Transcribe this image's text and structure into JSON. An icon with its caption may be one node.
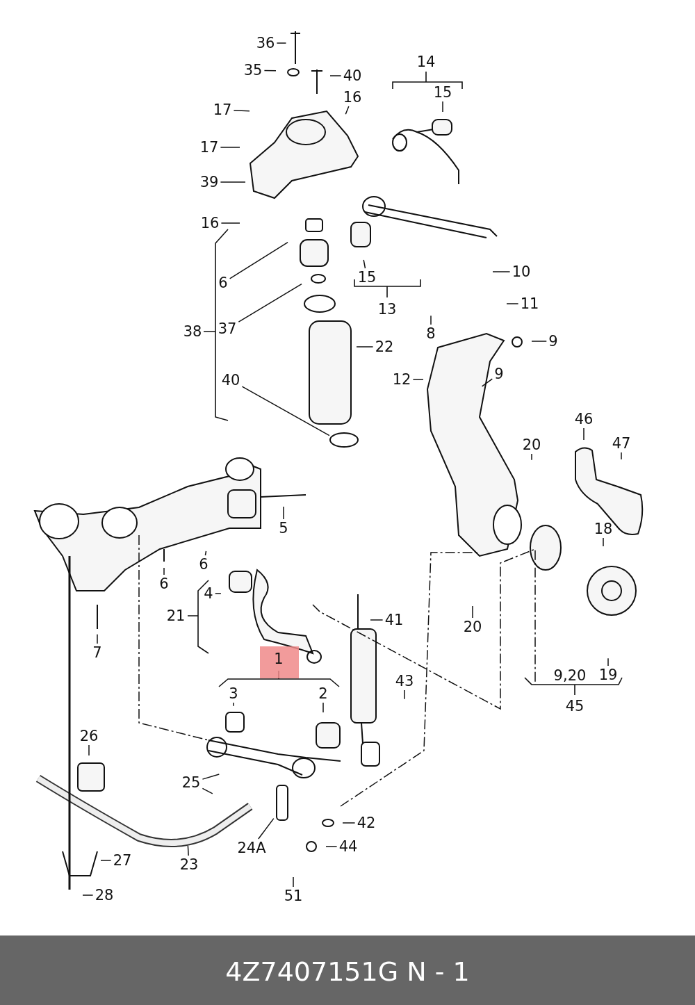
{
  "diagram": {
    "caption": "4Z7407151G N - 1",
    "nodes": [
      {
        "text": [
          "36"
        ]
      },
      {
        "text": [
          "35"
        ]
      },
      {
        "text": [
          "40"
        ]
      },
      {
        "text": [
          "16"
        ]
      },
      {
        "text": [
          "17"
        ]
      },
      {
        "text": [
          "17"
        ]
      },
      {
        "text": [
          "39"
        ]
      },
      {
        "text": [
          "16"
        ]
      },
      {
        "text": [
          "15"
        ]
      },
      {
        "text": [
          "15"
        ]
      },
      {
        "text": [
          "6"
        ]
      },
      {
        "text": [
          "10"
        ]
      },
      {
        "text": [
          "11"
        ]
      },
      {
        "text": [
          "37"
        ]
      },
      {
        "text": [
          "8"
        ]
      },
      {
        "text": [
          "9"
        ]
      },
      {
        "text": [
          "22"
        ]
      },
      {
        "text": [
          "12"
        ]
      },
      {
        "text": [
          "9"
        ]
      },
      {
        "text": [
          "40"
        ]
      },
      {
        "text": [
          "46"
        ]
      },
      {
        "text": [
          "20"
        ]
      },
      {
        "text": [
          "47"
        ]
      },
      {
        "text": [
          "5"
        ]
      },
      {
        "text": [
          "18"
        ]
      },
      {
        "text": [
          "6"
        ]
      },
      {
        "text": [
          "6"
        ]
      },
      {
        "text": [
          "4"
        ]
      },
      {
        "text": [
          "41"
        ]
      },
      {
        "text": [
          "20"
        ]
      },
      {
        "text": [
          "7"
        ]
      },
      {
        "text": [
          "19"
        ]
      },
      {
        "text": [
          "43"
        ]
      },
      {
        "text": [
          "3"
        ]
      },
      {
        "text": [
          "2"
        ]
      },
      {
        "text": [
          "26"
        ]
      },
      {
        "text": [
          "25"
        ]
      },
      {
        "text": [
          "42"
        ]
      },
      {
        "text": [
          "27"
        ]
      },
      {
        "text": [
          "24A"
        ]
      },
      {
        "text": [
          "44"
        ]
      },
      {
        "text": [
          "23"
        ]
      },
      {
        "text": [
          "28"
        ]
      },
      {
        "text": [
          "51"
        ]
      }
    ],
    "edges": [
      {
        "from": 0,
        "to": null,
        "arrow": "none"
      },
      {
        "from": 1,
        "to": null,
        "arrow": "none"
      },
      {
        "from": 2,
        "to": null,
        "arrow": "none"
      },
      {
        "from": 3,
        "to": null,
        "arrow": "none"
      },
      {
        "from": 4,
        "to": null,
        "arrow": "none"
      },
      {
        "from": 5,
        "to": null,
        "arrow": "none"
      },
      {
        "from": 6,
        "to": null,
        "arrow": "none"
      },
      {
        "from": 7,
        "to": null,
        "arrow": "none"
      },
      {
        "from": 8,
        "to": null,
        "arrow": "none"
      },
      {
        "from": 9,
        "to": null,
        "arrow": "none"
      },
      {
        "from": 10,
        "to": null,
        "arrow": "none"
      },
      {
        "from": 11,
        "to": null,
        "arrow": "none"
      },
      {
        "from": 12,
        "to": null,
        "arrow": "none"
      },
      {
        "from": 13,
        "to": null,
        "arrow": "none"
      },
      {
        "from": 14,
        "to": null,
        "arrow": "none"
      },
      {
        "from": 15,
        "to": null,
        "arrow": "none"
      },
      {
        "from": 16,
        "to": null,
        "arrow": "none"
      },
      {
        "from": 17,
        "to": null,
        "arrow": "none"
      },
      {
        "from": 18,
        "to": null,
        "arrow": "none"
      },
      {
        "from": 19,
        "to": null,
        "arrow": "none"
      },
      {
        "from": 20,
        "to": null,
        "arrow": "none"
      },
      {
        "from": 21,
        "to": null,
        "arrow": "none"
      },
      {
        "from": 22,
        "to": null,
        "arrow": "none"
      },
      {
        "from": 23,
        "to": null,
        "arrow": "none"
      },
      {
        "from": 24,
        "to": null,
        "arrow": "none"
      },
      {
        "from": 25,
        "to": null,
        "arrow": "none"
      },
      {
        "from": 26,
        "to": null,
        "arrow": "none"
      },
      {
        "from": 27,
        "to": null,
        "arrow": "none"
      },
      {
        "from": 28,
        "to": null,
        "arrow": "none"
      },
      {
        "from": 29,
        "to": null,
        "arrow": "none"
      },
      {
        "from": 30,
        "to": null,
        "arrow": "none"
      },
      {
        "from": 31,
        "to": null,
        "arrow": "none"
      },
      {
        "from": 32,
        "to": null,
        "arrow": "none"
      },
      {
        "from": 33,
        "to": null,
        "arrow": "none"
      },
      {
        "from": 34,
        "to": null,
        "arrow": "none"
      },
      {
        "from": 35,
        "to": null,
        "arrow": "none"
      },
      {
        "from": 36,
        "to": null,
        "arrow": "none"
      },
      {
        "from": 36,
        "to": null,
        "arrow": "none"
      },
      {
        "from": 37,
        "to": null,
        "arrow": "none"
      },
      {
        "from": 38,
        "to": null,
        "arrow": "none"
      },
      {
        "from": 39,
        "to": null,
        "arrow": "none"
      },
      {
        "from": 40,
        "to": null,
        "arrow": "none"
      },
      {
        "from": 41,
        "to": null,
        "arrow": "none"
      },
      {
        "from": 42,
        "to": null,
        "arrow": "none"
      },
      {
        "from": 43,
        "to": null,
        "arrow": "none"
      }
    ],
    "labels": [
      "14",
      "13",
      "38",
      "21",
      "1",
      "9,20",
      "45"
    ]
  }
}
